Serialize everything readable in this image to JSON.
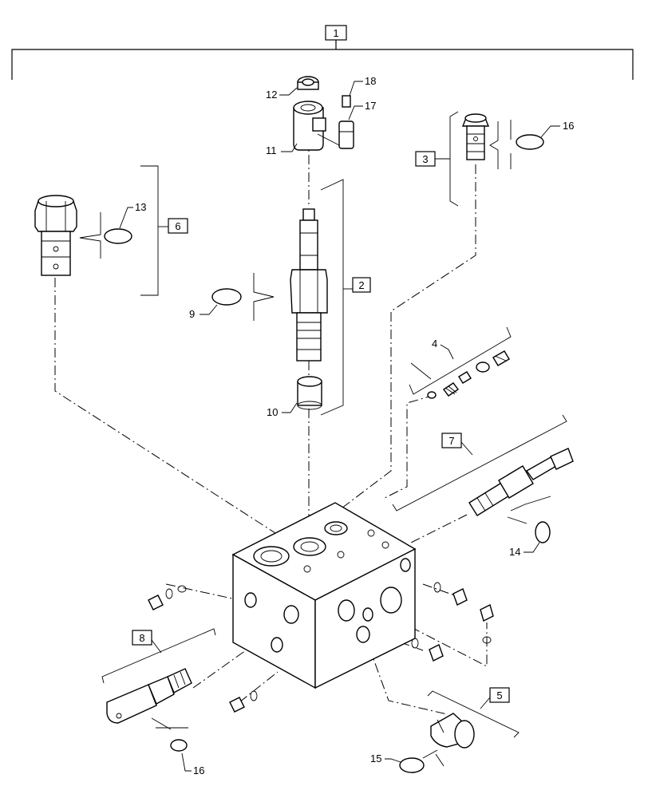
{
  "boxed_labels": {
    "b1": "1",
    "b2": "2",
    "b3": "3",
    "b5": "5",
    "b6": "6",
    "b7": "7",
    "b8": "8"
  },
  "callouts": {
    "c4": "4",
    "c9": "9",
    "c10": "10",
    "c11": "11",
    "c12": "12",
    "c13": "13",
    "c14": "14",
    "c15": "15",
    "c16a": "16",
    "c16b": "16",
    "c17": "17",
    "c18": "18"
  }
}
